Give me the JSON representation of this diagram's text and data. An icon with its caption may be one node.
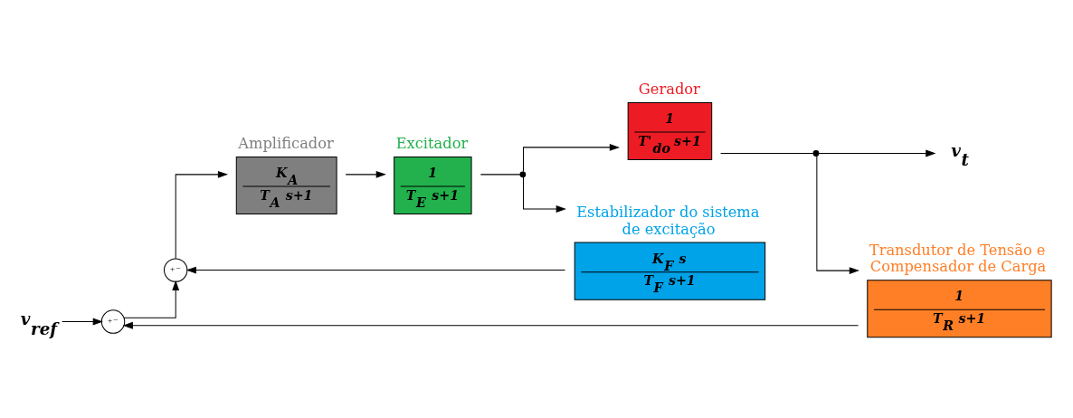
{
  "diagram": {
    "nodes": [
      {
        "text": [
          "v$_{ref}$"
        ]
      },
      {
        "text": [
          "+",
          "−"
        ]
      },
      {
        "text": [
          "+",
          "−"
        ]
      },
      {
        "text": [
          "Amplificador",
          "K$_{A}$",
          "T$_{A}$ s+1"
        ]
      },
      {
        "text": [
          "Excitador",
          "1",
          "T$_{E}$ s+1"
        ]
      },
      {
        "text": [],
        "shape": "dot"
      },
      {
        "text": [
          "Gerador",
          "1",
          "T'$_{do}$ s+1"
        ]
      },
      {
        "text": [],
        "shape": "dot"
      },
      {
        "text": [
          "v$_{t}$"
        ]
      },
      {
        "text": [
          "Estabilizador do sistema de excitação",
          "K$_{F}$ s",
          "T$_{F}$ s+1"
        ]
      },
      {
        "text": [
          "Transdutor de Tensão e Compensador de Carga",
          "1",
          "T$_{R}$ s+1"
        ]
      }
    ],
    "edges": [
      {
        "from": 0,
        "to": 1,
        "arrow": "to"
      },
      {
        "from": 1,
        "to": 2,
        "arrow": "to"
      },
      {
        "from": 2,
        "to": 3,
        "arrow": "to"
      },
      {
        "from": 3,
        "to": 4,
        "arrow": "to"
      },
      {
        "from": 4,
        "to": 5,
        "arrow": "none"
      },
      {
        "from": 5,
        "to": 6,
        "arrow": "to"
      },
      {
        "from": 6,
        "to": 7,
        "arrow": "none"
      },
      {
        "from": 7,
        "to": 8,
        "arrow": "to"
      },
      {
        "from": 5,
        "to": 9,
        "arrow": "to"
      },
      {
        "from": 9,
        "to": 2,
        "arrow": "to"
      },
      {
        "from": 7,
        "to": 10,
        "arrow": "to"
      },
      {
        "from": 10,
        "to": 1,
        "arrow": "to"
      }
    ]
  }
}
